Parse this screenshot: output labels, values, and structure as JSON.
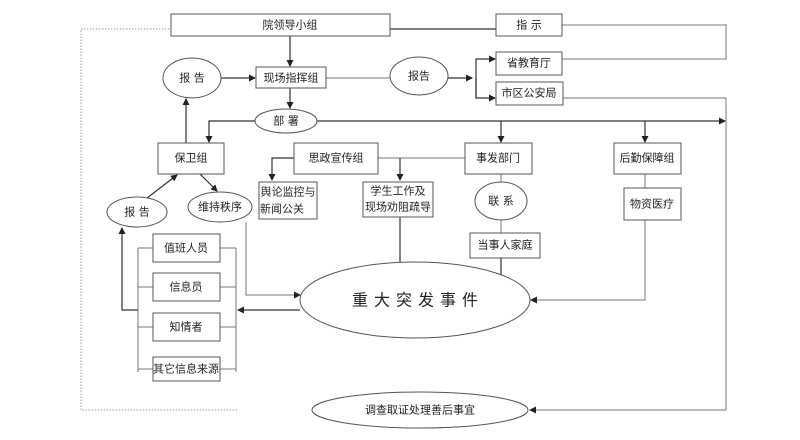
{
  "nodes": {
    "leadership": "院领导小组",
    "instruction": "指 示",
    "command": "现场指挥组",
    "report_top_left": "报 告",
    "report_top_right": "报告",
    "province_edu": "省教育厅",
    "city_police": "市区公安局",
    "deploy": "部 署",
    "security": "保卫组",
    "propaganda": "思政宣传组",
    "incident_dept": "事发部门",
    "logistics": "后勤保障组",
    "opinion_line1": "舆论监控与",
    "opinion_line2": "新闻公关",
    "student_line1": "学生工作及",
    "student_line2": "现场劝阻疏导",
    "contact": "联 系",
    "family": "当事人家庭",
    "supplies": "物资医疗",
    "report_lower": "报 告",
    "order": "维持秩序",
    "duty": "值班人员",
    "informant": "信息员",
    "insider": "知情者",
    "other_sources": "其它信息来源",
    "event": "重大突发事件",
    "aftermath": "调查取证处理善后事宜"
  }
}
